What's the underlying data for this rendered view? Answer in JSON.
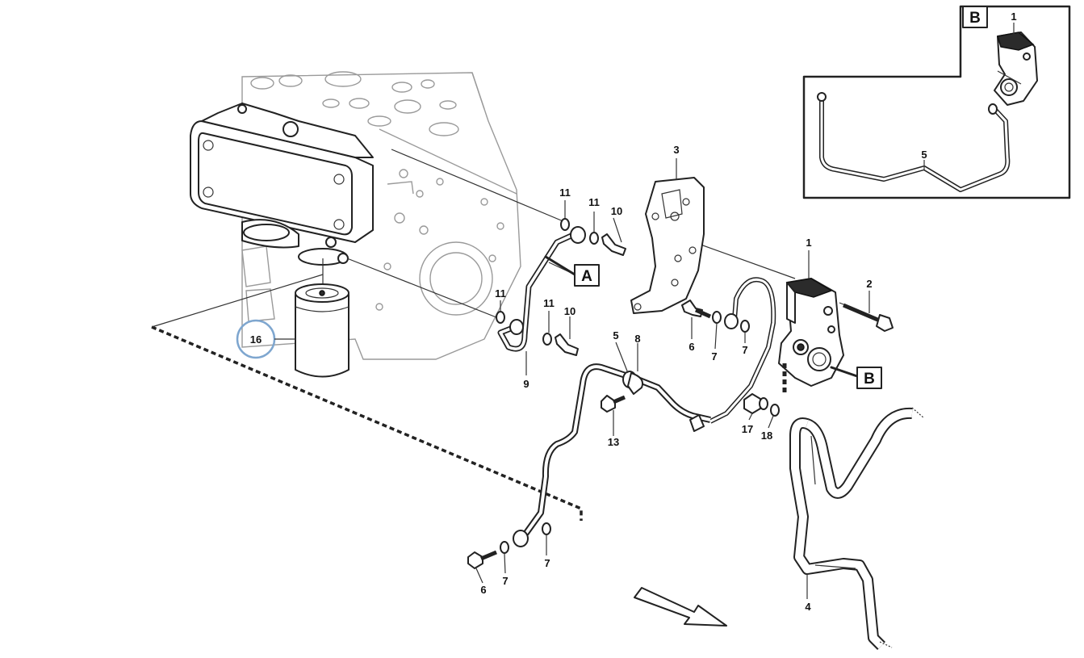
{
  "view_labels": {
    "a": "A",
    "b": "B",
    "b_inset": "B"
  },
  "callouts": {
    "c1": "1",
    "c1_inset": "1",
    "c2": "2",
    "c3": "3",
    "c4": "4",
    "c5": "5",
    "c5_inset": "5",
    "c6a": "6",
    "c6b": "6",
    "c7a": "7",
    "c7b": "7",
    "c7c": "7",
    "c7d": "7",
    "c8": "8",
    "c9": "9",
    "c10a": "10",
    "c10b": "10",
    "c11a": "11",
    "c11b": "11",
    "c11c": "11",
    "c11d": "11",
    "c13": "13",
    "c16": "16",
    "c17": "17",
    "c18": "18"
  },
  "colors": {
    "highlight_circle": "#7ea6cf",
    "line": "#222222"
  },
  "icons": {
    "direction_arrow": "direction-arrow-icon"
  }
}
